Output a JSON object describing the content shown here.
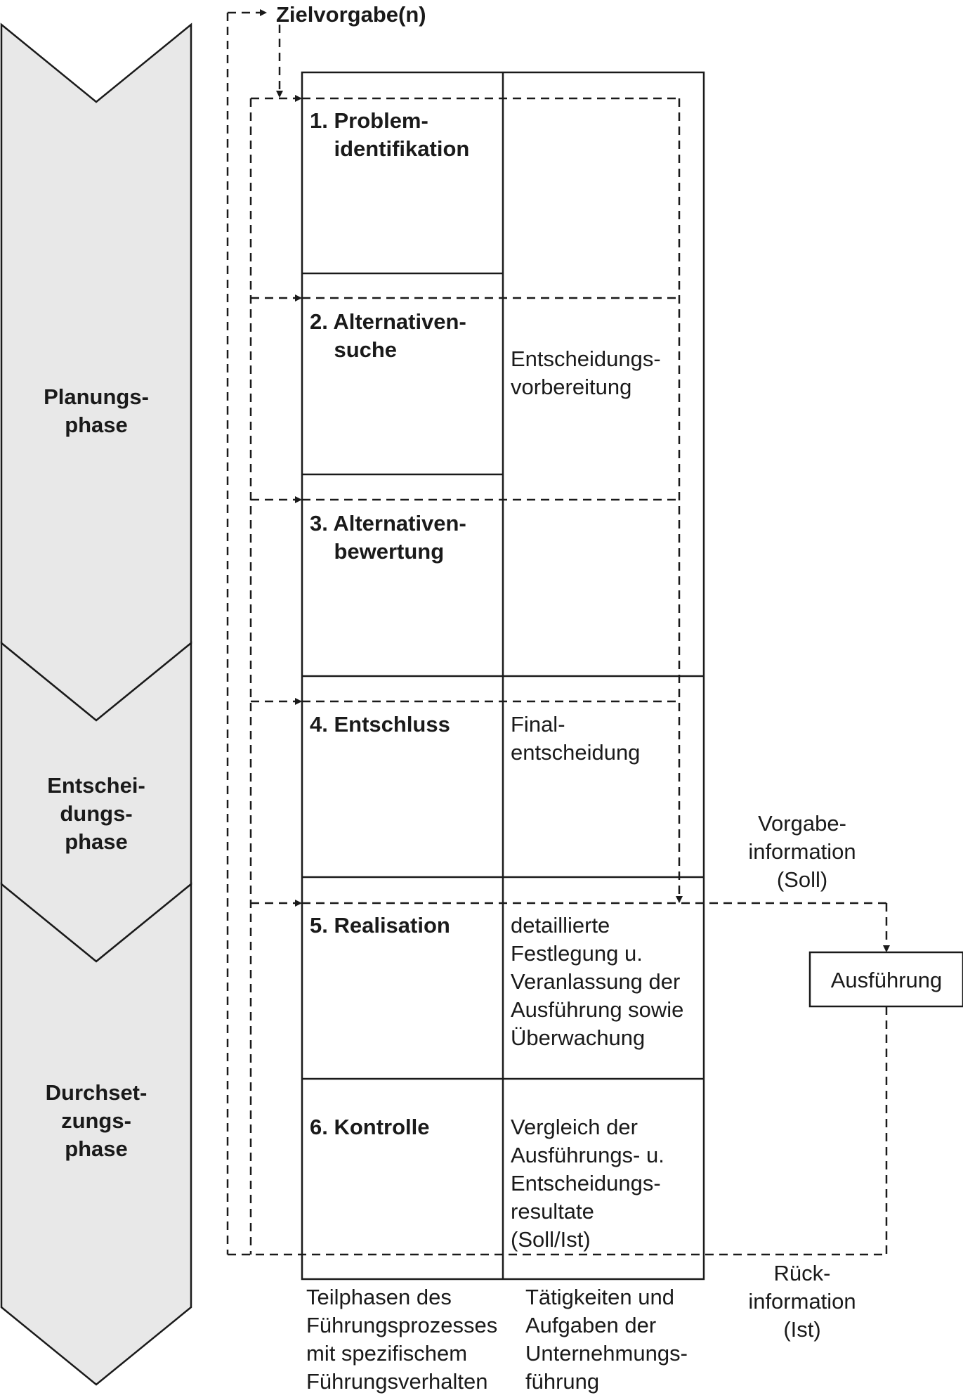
{
  "goal": "Zielvorgabe(n)",
  "phases": [
    {
      "id": "planning",
      "label": "Planungs-\nphase"
    },
    {
      "id": "decision",
      "label": "Entschei-\ndungs-\nphase"
    },
    {
      "id": "implementation",
      "label": "Durchset-\nzungs-\nphase"
    }
  ],
  "steps": [
    {
      "label": "1. Problem-\n    identifikation"
    },
    {
      "label": "2. Alternativen-\n    suche"
    },
    {
      "label": "3. Alternativen-\n    bewertung"
    },
    {
      "label": "4. Entschluss"
    },
    {
      "label": "5. Realisation"
    },
    {
      "label": "6. Kontrolle"
    }
  ],
  "activities": [
    {
      "label": "Entscheidungs-\nvorbereitung"
    },
    {
      "label": "Final-\nentscheidung"
    },
    {
      "label": "detaillierte\nFestlegung u.\nVeranlassung der\nAusführung sowie\nÜberwachung"
    },
    {
      "label": "Vergleich der\nAusführungs- u.\nEntscheidungs-\nresultate\n(Soll/Ist)"
    }
  ],
  "execution": {
    "label": "Ausführung",
    "target_info": "Vorgabe-\ninformation\n(Soll)",
    "feedback_info": "Rück-\ninformation\n(Ist)"
  },
  "captions": {
    "left_column": "Teilphasen des\nFührungsprozesses\nmit spezifischem\nFührungsverhalten",
    "right_column": "Tätigkeiten und\nAufgaben der\nUnternehmungs-\nführung"
  },
  "colors": {
    "chevron_fill": "#e8e8e8",
    "line": "#1a1a1a"
  }
}
